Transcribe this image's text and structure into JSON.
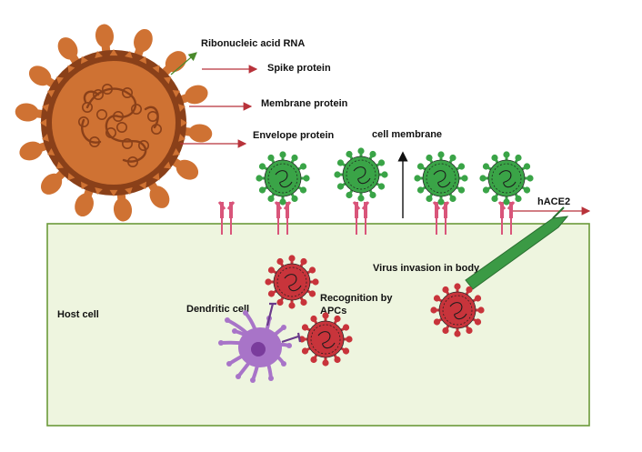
{
  "labels": {
    "rna": "Ribonucleic acid RNA",
    "spike": "Spike protein",
    "membrane": "Membrane protein",
    "envelope": "Envelope protein",
    "cell_membrane": "cell membrane",
    "hace2": "hACE2",
    "host_cell": "Host cell",
    "dendritic": "Dendritic cell",
    "recognition_line1": "Recognition by",
    "recognition_line2": "APCs",
    "invasion": "Virus invasion in body"
  },
  "colors": {
    "host_cell_fill": "#eef5df",
    "host_cell_border": "#6b9a3a",
    "large_virus": "#cf7233",
    "large_virus_dark": "#8a4019",
    "bound_virus_green": "#3aa447",
    "red_virus": "#c8343b",
    "receptor": "#d9557a",
    "arrow_red": "#b8323a",
    "arrow_green": "#4a8a2c",
    "dendritic": "#a874c8",
    "needle": "#3b9a45"
  }
}
